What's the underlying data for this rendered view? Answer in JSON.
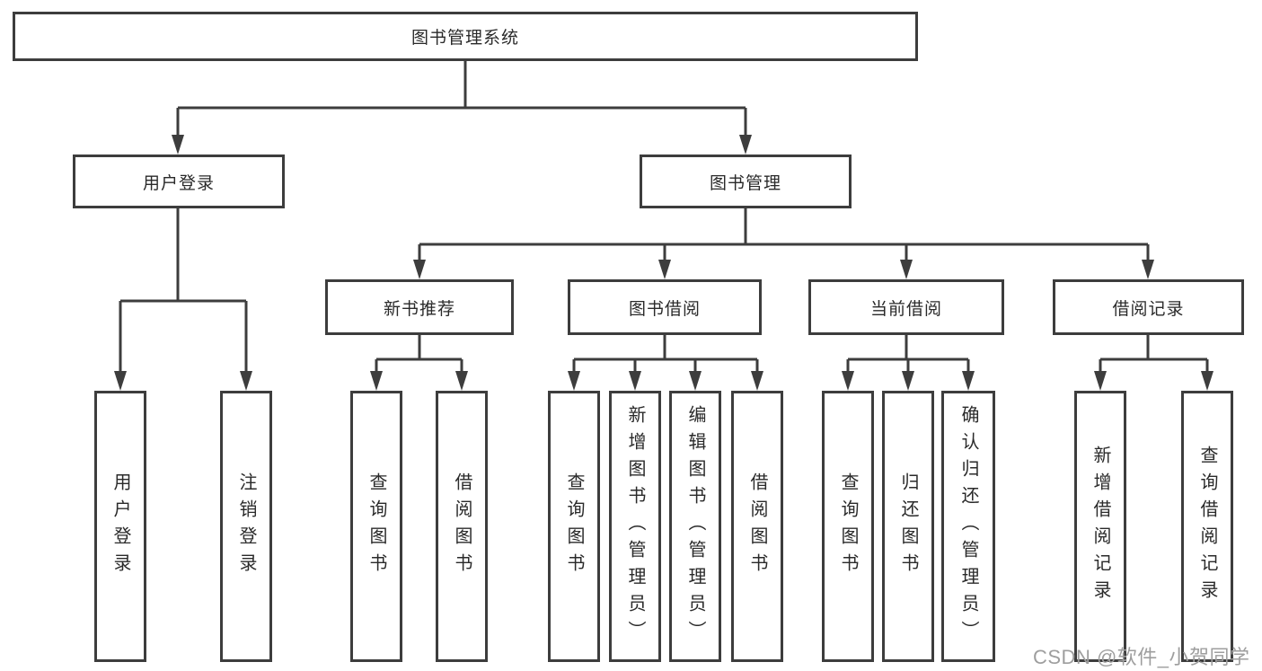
{
  "watermark": "CSDN @软件_小贺同学",
  "diagram": {
    "root": {
      "label": "图书管理系统",
      "children": [
        {
          "label": "用户登录",
          "children": [
            {
              "label": "用户登录"
            },
            {
              "label": "注销登录"
            }
          ]
        },
        {
          "label": "图书管理",
          "children": [
            {
              "label": "新书推荐",
              "children": [
                {
                  "label": "查询图书"
                },
                {
                  "label": "借阅图书"
                }
              ]
            },
            {
              "label": "图书借阅",
              "children": [
                {
                  "label": "查询图书"
                },
                {
                  "label": "新增图书（管理员）"
                },
                {
                  "label": "编辑图书（管理员）"
                },
                {
                  "label": "借阅图书"
                }
              ]
            },
            {
              "label": "当前借阅",
              "children": [
                {
                  "label": "查询图书"
                },
                {
                  "label": "归还图书"
                },
                {
                  "label": "确认归还（管理员）"
                }
              ]
            },
            {
              "label": "借阅记录",
              "children": [
                {
                  "label": "新增借阅记录"
                },
                {
                  "label": "查询借阅记录"
                }
              ]
            }
          ]
        }
      ]
    }
  }
}
